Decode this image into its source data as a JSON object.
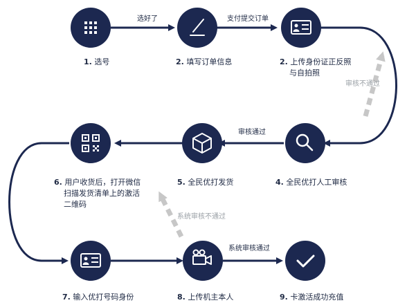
{
  "colors": {
    "node": "#1c2850",
    "arrow": "#1c2850",
    "fail_arrow": "#c7c7c7",
    "text": "#1f2a44",
    "muted_text": "#9aa0a6"
  },
  "steps": [
    {
      "num": "1.",
      "text": [
        "选号"
      ],
      "icon": "grid-icon"
    },
    {
      "num": "2.",
      "text": [
        "填写订单信息"
      ],
      "icon": "pen-icon"
    },
    {
      "num": "2.",
      "text": [
        "上传身份证正反照",
        "与自拍照"
      ],
      "icon": "id-card-icon"
    },
    {
      "num": "4.",
      "text": [
        "全民优打人工审核"
      ],
      "icon": "search-icon"
    },
    {
      "num": "5.",
      "text": [
        "全民优打发货"
      ],
      "icon": "box-icon"
    },
    {
      "num": "6.",
      "text": [
        "用户收货后，打开微信",
        "扫描发货清单上的激活",
        "二维码"
      ],
      "icon": "qr-code-icon"
    },
    {
      "num": "7.",
      "text": [
        "输入优打号码身份"
      ],
      "icon": "id-card-icon"
    },
    {
      "num": "8.",
      "text": [
        "上传机主本人"
      ],
      "icon": "video-camera-icon"
    },
    {
      "num": "9.",
      "text": [
        "卡激活成功充值"
      ],
      "icon": "check-icon"
    }
  ],
  "edges": {
    "e1": "选好了",
    "e2": "支付提交订单",
    "e3_fail": "审核不通过",
    "e4": "审核通过",
    "e8_fail": "系统审核不通过",
    "e9": "系统审核通过"
  }
}
